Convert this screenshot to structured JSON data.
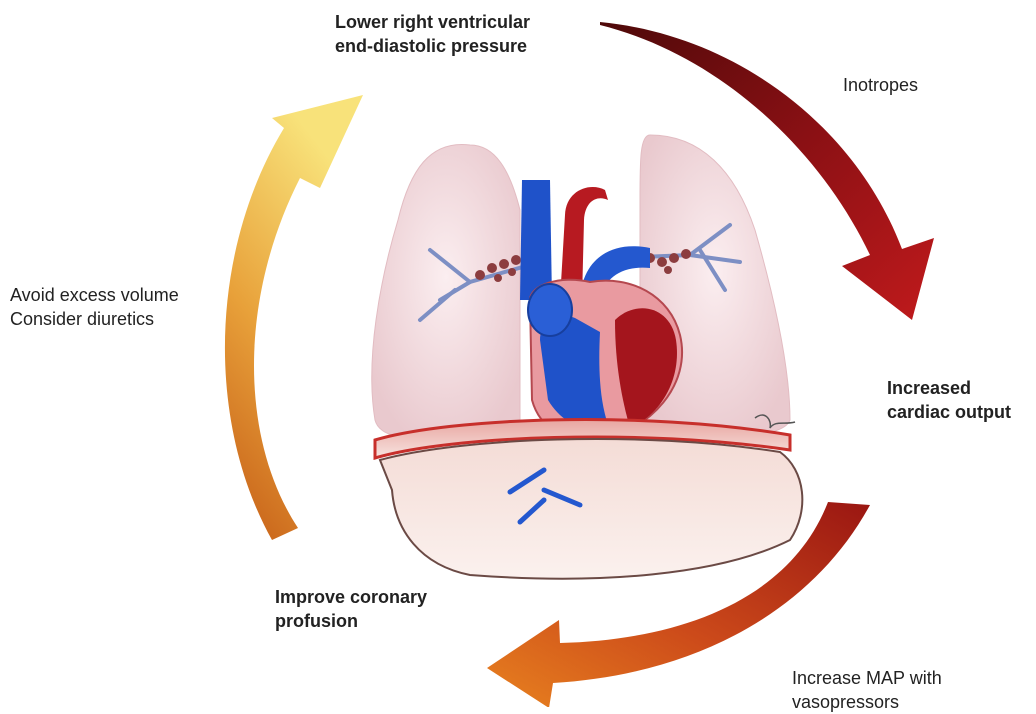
{
  "labels": {
    "rv_pressure": [
      "Lower right ventricular",
      "end-diastolic pressure"
    ],
    "inotropes": "Inotropes",
    "volume": [
      "Avoid excess volume",
      "Consider diuretics"
    ],
    "cardiac_output": [
      "Increased",
      "cardiac output"
    ],
    "coronary": [
      "Improve coronary",
      "profusion"
    ],
    "vasopressors": [
      "Increase MAP with",
      "vasopressors"
    ]
  },
  "colors": {
    "arrow_dark_red": "#5a0a0a",
    "arrow_red": "#b3161a",
    "arrow_orange": "#e07a1f",
    "arrow_yellow": "#f6dc74",
    "venous_blue": "#1f52c9",
    "arterial_red": "#a4151d",
    "lung_pink": "#f3dde0",
    "diaphragm": "#c72f2b"
  }
}
